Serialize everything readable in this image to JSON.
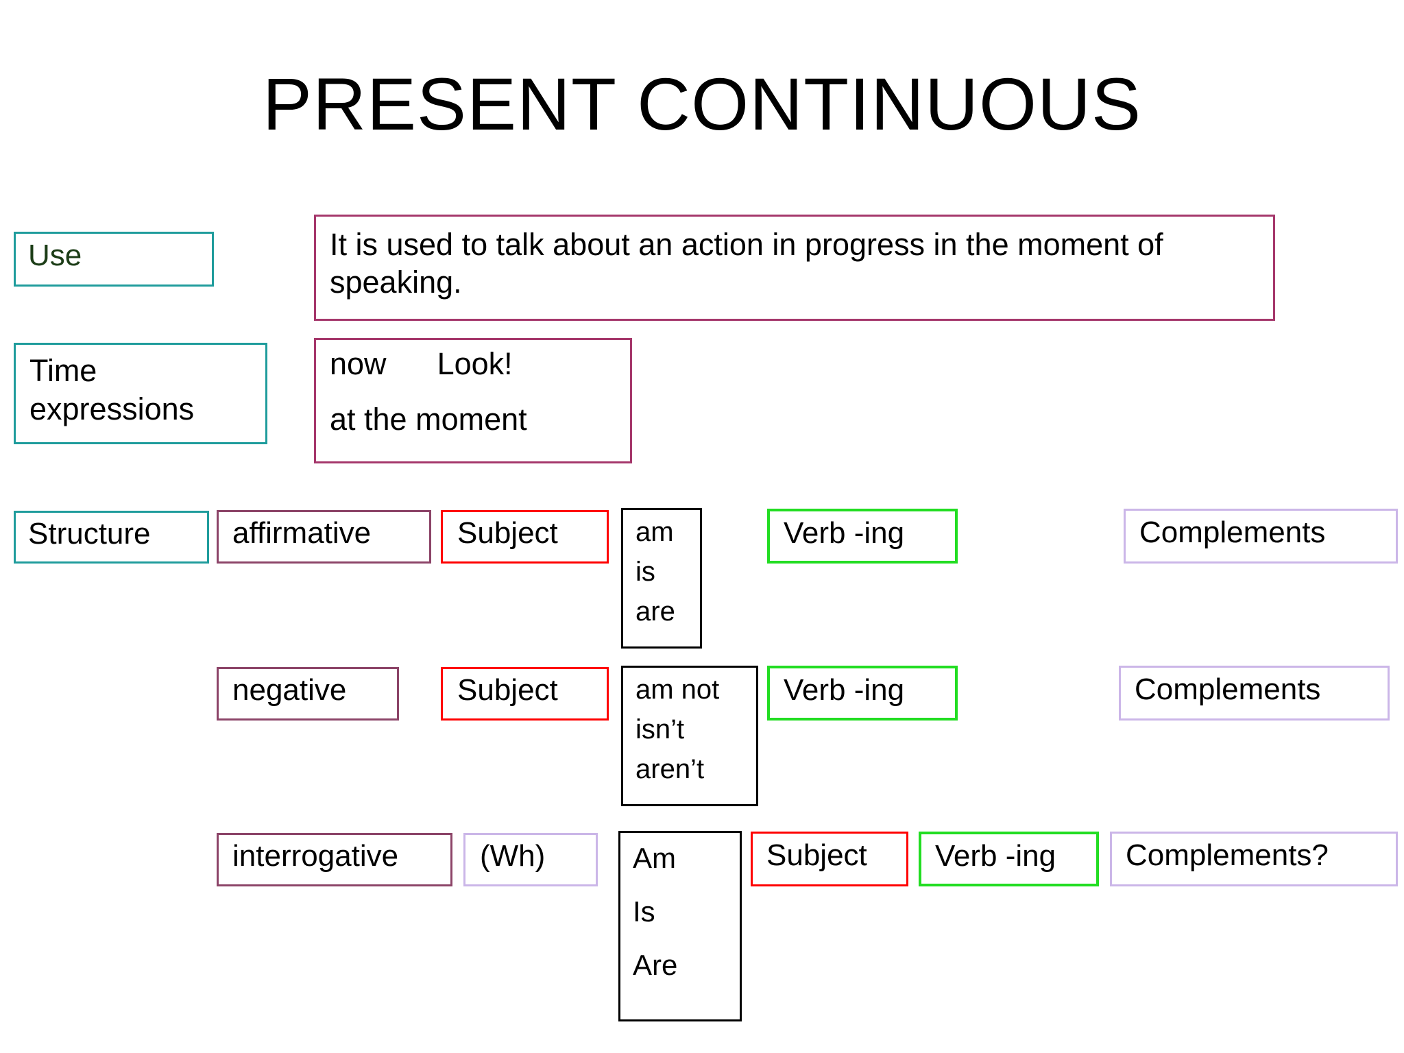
{
  "slide": {
    "title": "PRESENT CONTINUOUS",
    "background_color": "#FFFFFF"
  },
  "colors": {
    "teal_border": "#1F9C9C",
    "plum_border": "#A5376B",
    "plum2_border": "#8C4468",
    "red_border": "#FF0000",
    "black_border": "#000000",
    "green_border": "#22DD22",
    "lilac_border": "#CBB6E8",
    "use_label_text": "#1C3D17",
    "body_text": "#000000"
  },
  "use_row": {
    "label": "Use",
    "description": "It is used to talk about an action in progress in the moment of speaking."
  },
  "time_row": {
    "label": "Time expressions",
    "label_line1": "Time",
    "label_line2": "expressions",
    "expression_now": "now",
    "expression_look": "Look!",
    "expression_at_the_moment": "at the moment"
  },
  "structure": {
    "label": "Structure",
    "rows": [
      {
        "form": "affirmative",
        "subject": "Subject",
        "aux": [
          "am",
          "is",
          "are"
        ],
        "verb": "Verb -ing",
        "complement": "Complements"
      },
      {
        "form": "negative",
        "subject": "Subject",
        "aux": [
          "am not",
          "isn’t",
          "aren’t"
        ],
        "verb": "Verb -ing",
        "complement": "Complements"
      },
      {
        "form": "interrogative",
        "wh": "(Wh)",
        "aux": [
          "Am",
          "Is",
          "Are"
        ],
        "subject": "Subject",
        "verb": "Verb -ing",
        "complement": "Complements?"
      }
    ]
  }
}
